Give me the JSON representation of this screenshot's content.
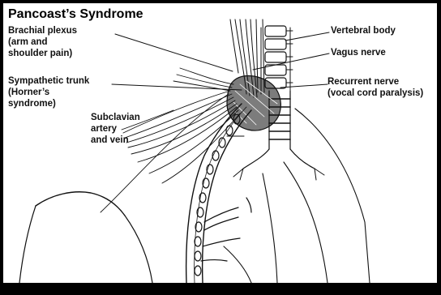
{
  "diagram": {
    "title": "Pancoast’s Syndrome",
    "labels": {
      "brachial_plexus": [
        "Brachial plexus",
        "(arm and",
        "shoulder pain)"
      ],
      "sympathetic_trunk": [
        "Sympathetic trunk",
        "(Horner’s",
        "syndrome)"
      ],
      "subclavian": [
        "Subclavian",
        "artery",
        "and vein"
      ],
      "vertebral_body": [
        "Vertebral body"
      ],
      "vagus_nerve": [
        "Vagus nerve"
      ],
      "recurrent_nerve": [
        "Recurrent nerve",
        "(vocal cord paralysis)"
      ]
    },
    "colors": {
      "ink": "#111111",
      "paper": "#ffffff",
      "frame": "#000000"
    }
  }
}
